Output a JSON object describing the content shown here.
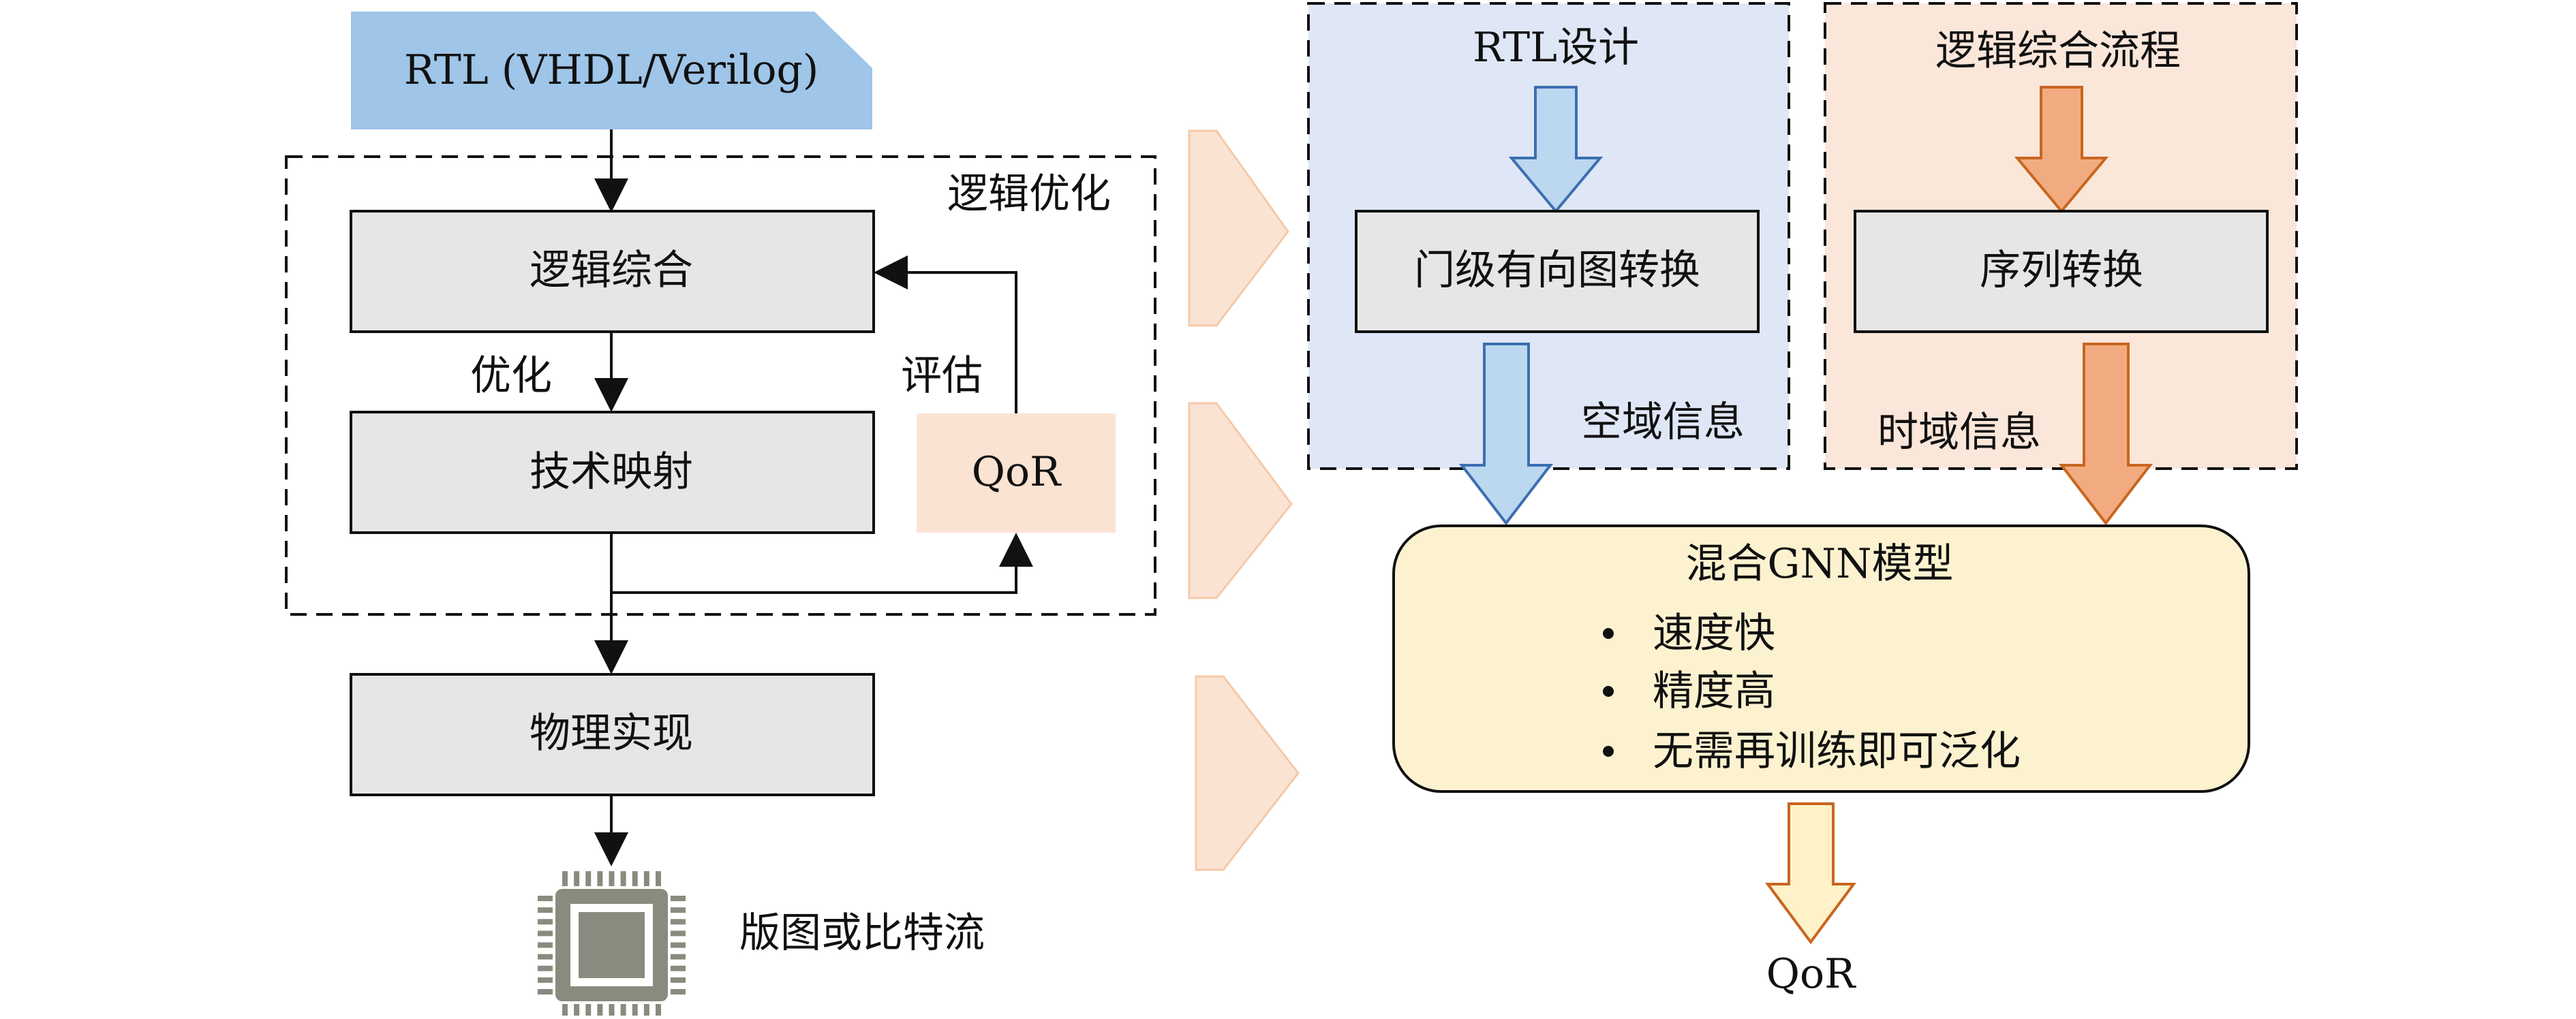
{
  "colors": {
    "rtl_fill": "#9fc5e8",
    "box_gray": "#e6e6e6",
    "qor_fill": "#fbe3d3",
    "peach_triangle": "#fbe3d3",
    "blue_panel": "#dfe6f6",
    "orange_panel": "#fbe6da",
    "blue_arrow": "#bcd7f0",
    "orange_arrow": "#f2ab80",
    "model_fill": "#fdf2d0",
    "out_arrow": "#fff2c8",
    "chip": "#8a8a7e"
  },
  "left_flow": {
    "rtl_label": "RTL (VHDL/Verilog)",
    "group_label": "逻辑优化",
    "synthesis_label": "逻辑综合",
    "optimize_label": "优化",
    "evaluate_label": "评估",
    "mapping_label": "技术映射",
    "qor_label": "QoR",
    "physical_label": "物理实现",
    "output_label": "版图或比特流",
    "chip_icon": "chip-icon"
  },
  "right_flow": {
    "rtl_design_title": "RTL设计",
    "gate_graph_label": "门级有向图转换",
    "spatial_label": "空域信息",
    "synthesis_flow_title": "逻辑综合流程",
    "sequence_label": "序列转换",
    "temporal_label": "时域信息",
    "model_title": "混合GNN模型",
    "model_bullets": [
      "速度快",
      "精度高",
      "无需再训练即可泛化"
    ],
    "output_label": "QoR"
  }
}
